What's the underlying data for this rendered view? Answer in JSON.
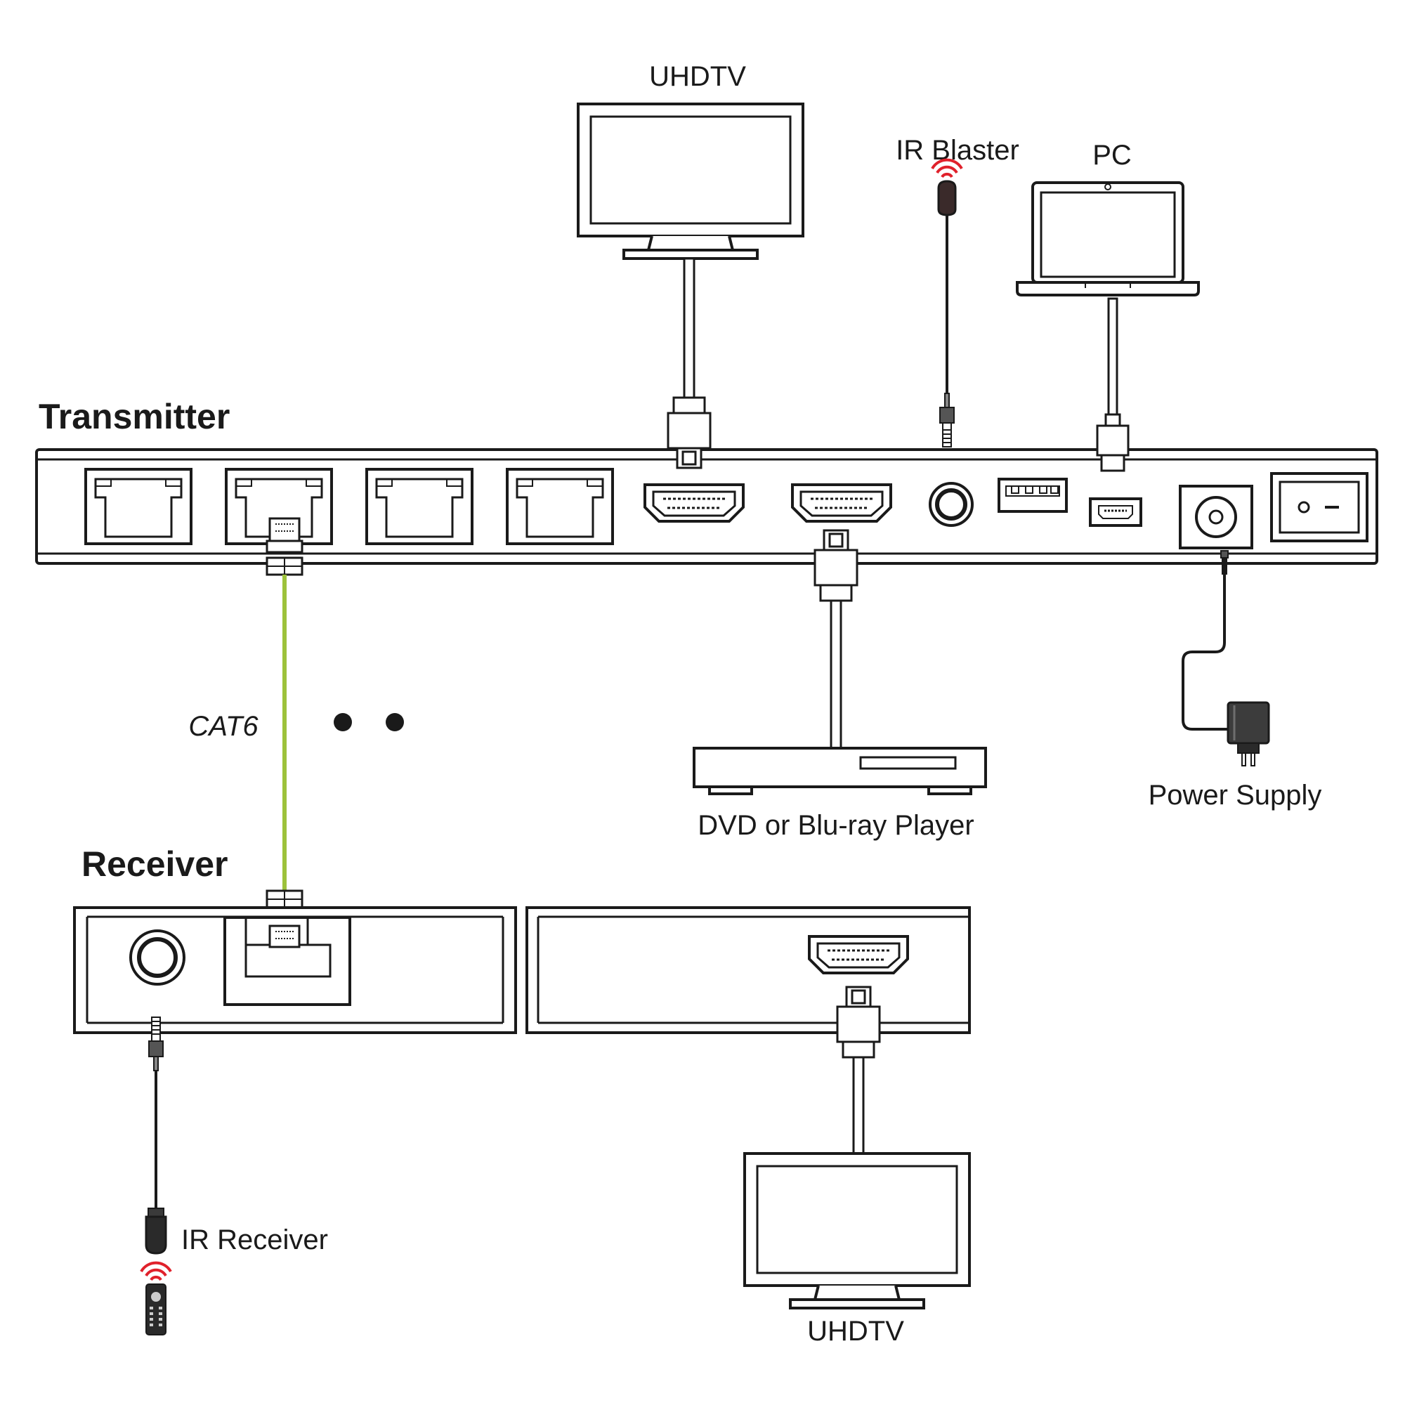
{
  "labels": {
    "transmitter": "Transmitter",
    "receiver": "Receiver",
    "uhdtv_top": "UHDTV",
    "ir_blaster": "IR Blaster",
    "pc": "PC",
    "dvd_player": "DVD or Blu-ray Player",
    "power_supply": "Power Supply",
    "cat6": "CAT6",
    "ir_receiver": "IR Receiver",
    "uhdtv_bottom": "UHDTV"
  },
  "colors": {
    "line": "#1a1a1a",
    "cat6_cable": "#9dc23b",
    "ir_signal": "#e0212b",
    "background": "#ffffff"
  },
  "icons": [
    "tv-icon",
    "laptop-icon",
    "ir-blaster-icon",
    "ir-receiver-icon",
    "remote-control-icon",
    "media-player-icon",
    "power-adapter-icon"
  ]
}
